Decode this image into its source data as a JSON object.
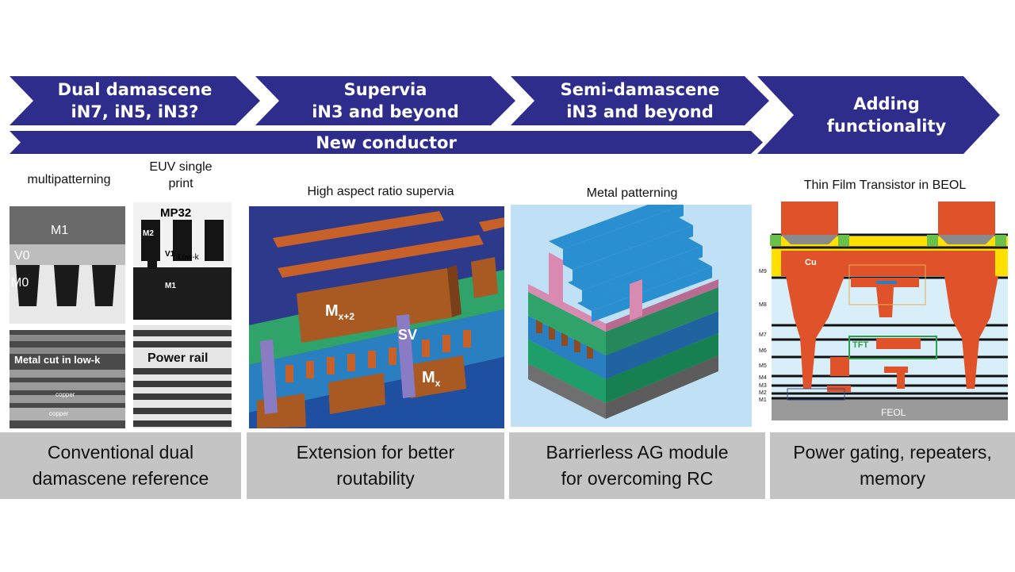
{
  "banners": [
    {
      "line1": "Dual damascene",
      "line2": "iN7, iN5, iN3?"
    },
    {
      "line1": "Supervia",
      "line2": "iN3 and beyond"
    },
    {
      "line1": "Semi-damascene",
      "line2": "iN3 and beyond"
    },
    {
      "line1": "Adding",
      "line2": "functionality"
    }
  ],
  "conductor_banner": "New conductor",
  "captions": {
    "multipatterning": "multipatterning",
    "euv_line1": "EUV single",
    "euv_line2": "print",
    "supervia": "High aspect ratio supervia",
    "metal_patterning": "Metal patterning",
    "tft": "Thin Film Transistor in BEOL"
  },
  "image_labels": {
    "m1": "M1",
    "v0": "V0",
    "m0": "M0",
    "mp32": "MP32",
    "m2": "M2",
    "v1": "V1",
    "low_k": "Low-k",
    "m1b": "M1",
    "metal_cut": "Metal cut in low-k",
    "copper": "copper",
    "power_rail": "Power rail",
    "mx2": "M",
    "mx2_sub": "x+2",
    "sv": "SV",
    "mx": "M",
    "mx_sub": "x",
    "cu": "Cu",
    "tft": "TFT",
    "feol": "FEOL",
    "levels": [
      "M9",
      "M8",
      "M7",
      "M6",
      "M5",
      "M4",
      "M3",
      "M2",
      "M1"
    ]
  },
  "footers": [
    {
      "line1": "Conventional dual",
      "line2": "damascene reference"
    },
    {
      "line1": "Extension for better",
      "line2": "routability"
    },
    {
      "line1": "Barrierless AG module",
      "line2": "for overcoming RC"
    },
    {
      "line1": "Power gating, repeaters,",
      "line2": "memory"
    }
  ],
  "colors": {
    "banner": "#2e2d8c",
    "footer": "#c4c4c4",
    "metal_orange": "#e0522a",
    "via_purple": "#8a7cc4",
    "dielectric_green": "#2fa36a",
    "blue": "#2a7fc0",
    "pink": "#d98ab0"
  }
}
